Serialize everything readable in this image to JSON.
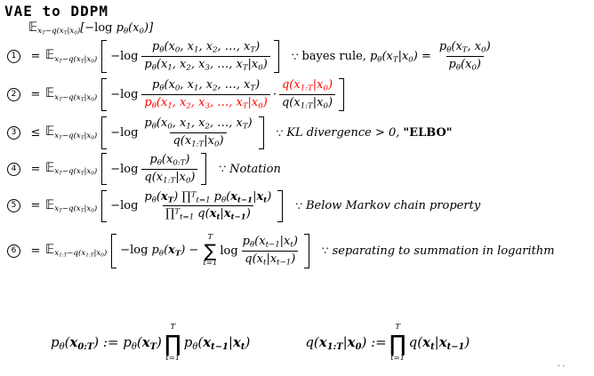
{
  "title": "VAE to DDPM",
  "colors": {
    "text": "#000000",
    "highlight": "#ff0000"
  },
  "symbols": {
    "expectation": "𝔼",
    "because": "∵"
  },
  "intro": {
    "expect_sub": "x_{T}~q(x_{T}|x_{0})",
    "body": "[−!{log} p_{θ}(x_{0})]"
  },
  "lines": [
    {
      "num": "1",
      "rel": "=",
      "expect_sub": "x_{T}~q(x_{T}|x_{0})",
      "neg_log": "−log",
      "frac1": {
        "num": "p_{θ}(x_{0}, x_{1}, x_{2}, …, x_{T})",
        "den": "p_{θ}(x_{1}, x_{2}, x_{3}, …, x_{T}|x_{0})"
      },
      "because": "∵",
      "note_text": "bayes rule,",
      "note_math": "p_{θ}(x_{T}|x_{0}) =",
      "note_frac": {
        "num": "p_{θ}(x_{T}, x_{0})",
        "den": "p_{θ}(x_{0})"
      }
    },
    {
      "num": "2",
      "rel": "=",
      "expect_sub": "x_{T}~q(x_{T}|x_{0})",
      "neg_log": "−log",
      "frac1": {
        "num": "p_{θ}(x_{0}, x_{1}, x_{2}, …, x_{T})",
        "den": "p_{θ}(x_{1}, x_{2}, x_{3}, …, x_{T}|x_{0})"
      },
      "dot": "·",
      "frac2": {
        "num": "q(x_{1:T}|x_{0})",
        "den": "q(x_{1:T}|x_{0})"
      }
    },
    {
      "num": "3",
      "rel": "≤",
      "expect_sub": "x_{T}~q(x_{T}|x_{0})",
      "neg_log": "−log",
      "frac1": {
        "num": "p_{θ}(x_{0}, x_{1}, x_{2}, …, x_{T})",
        "den": "q(x_{1:T}|x_{0})"
      },
      "because": "∵",
      "note_italic": "KL divergence > 0,",
      "note_bold": "\"ELBO\""
    },
    {
      "num": "4",
      "rel": "=",
      "expect_sub": "x_{T}~q(x_{T}|x_{0})",
      "neg_log": "−log",
      "frac1": {
        "num": "p_{θ}(x_{0:T})",
        "den": "q(x_{1:T}|x_{0})"
      },
      "because": "∵",
      "note_italic": "Notation"
    },
    {
      "num": "5",
      "rel": "=",
      "expect_sub": "x_{T}~q(x_{T}|x_{0})",
      "neg_log": "−log",
      "frac1": {
        "num": "p_{θ}(*{x_{T}}) ∏^{T}_{t=1} p_{θ}(*{x_{t−1}}|*{x_{t}})",
        "den": "∏^{T}_{t=1} q(*{x_{t}}|*{x_{t−1}})"
      },
      "because": "∵",
      "note_italic": "Below Markov chain property"
    },
    {
      "num": "6",
      "rel": "=",
      "expect_sub": "x_{1:T}~q(x_{1:T}|x_{0})",
      "pre": "−!{log} p_{θ}(*{x_{T}}) −",
      "sum": {
        "top": "T",
        "op": "∑",
        "bottom": "t=1"
      },
      "log_label": "log",
      "frac1": {
        "num": "p_{θ}(x_{t−1}|x_{t})",
        "den": "q(x_{t}|x_{t−1})"
      },
      "because": "∵",
      "note_italic": "separating to summation in logarithm"
    }
  ],
  "definitions": {
    "left": {
      "lhs": "p_{θ}(*{x_{0:T}}) := p_{θ}(*{x_{T}})",
      "prod": {
        "top": "T",
        "op": "∏",
        "bottom": "t=1"
      },
      "rhs": "p_{θ}(*{x_{t−1}}|*{x_{t}})"
    },
    "right": {
      "lhs": "q(*{x_{1:T}}|*{x_{0}}) :=",
      "prod": {
        "top": "T",
        "op": "∏",
        "bottom": "t=1"
      },
      "rhs": "q(*{x_{t}}|*{x_{t−1}})"
    }
  },
  "stray": ".."
}
